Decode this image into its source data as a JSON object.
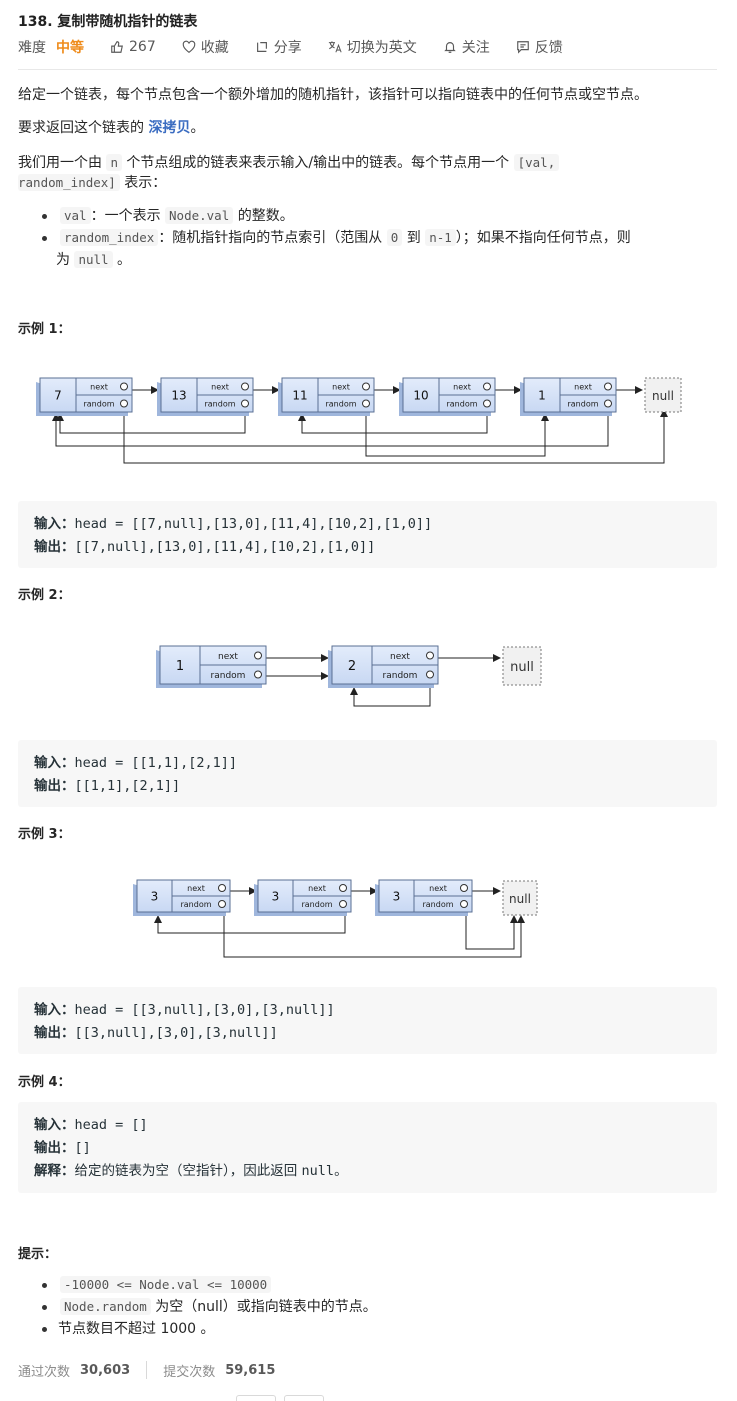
{
  "title": "138. 复制带随机指针的链表",
  "meta": {
    "difficulty_label": "难度",
    "difficulty": "中等",
    "likes": "267",
    "favorite": "收藏",
    "share": "分享",
    "switch_lang": "切换为英文",
    "follow": "关注",
    "feedback": "反馈"
  },
  "desc": {
    "p1": "给定一个链表，每个节点包含一个额外增加的随机指针，该指针可以指向链表中的任何节点或空节点。",
    "p2_a": "要求返回这个链表的 ",
    "p2_link": "深拷贝",
    "p2_b": "。",
    "p3_a": "我们用一个由 ",
    "p3_code1": "n",
    "p3_b": " 个节点组成的链表来表示输入/输出中的链表。每个节点用一个 ",
    "p3_code2": "[val,",
    "p3_code3": "random_index]",
    "p3_c": " 表示：",
    "b1_code": "val",
    "b1_a": "：一个表示 ",
    "b1_code2": "Node.val",
    "b1_b": " 的整数。",
    "b2_code": "random_index",
    "b2_a": "：随机指针指向的节点索引（范围从 ",
    "b2_code2": "0",
    "b2_b": " 到 ",
    "b2_code3": "n-1",
    "b2_c": "）；如果不指向任何节点，则",
    "b2_d": "为 ",
    "b2_code4": "null",
    "b2_e": " 。"
  },
  "diagram_labels": {
    "next": "next",
    "random": "random",
    "null": "null"
  },
  "examples": [
    {
      "heading": "示例 1：",
      "nodes": [
        "7",
        "13",
        "11",
        "10",
        "1"
      ],
      "input_label": "输入：",
      "input": "head = [[7,null],[13,0],[11,4],[10,2],[1,0]]",
      "output_label": "输出：",
      "output": "[[7,null],[13,0],[11,4],[10,2],[1,0]]"
    },
    {
      "heading": "示例 2：",
      "nodes": [
        "1",
        "2"
      ],
      "input_label": "输入：",
      "input": "head = [[1,1],[2,1]]",
      "output_label": "输出：",
      "output": "[[1,1],[2,1]]"
    },
    {
      "heading": "示例 3：",
      "nodes": [
        "3",
        "3",
        "3"
      ],
      "input_label": "输入：",
      "input": "head = [[3,null],[3,0],[3,null]]",
      "output_label": "输出：",
      "output": "[[3,null],[3,0],[3,null]]"
    },
    {
      "heading": "示例 4：",
      "input_label": "输入：",
      "input": "head = []",
      "output_label": "输出：",
      "output": "[]",
      "explain_label": "解释：",
      "explain_a": "给定的链表为空（空指针），因此返回 ",
      "explain_code": "null",
      "explain_b": "。"
    }
  ],
  "hints": {
    "heading": "提示：",
    "h1_code": "-10000 <= Node.val <= 10000",
    "h2_code": "Node.random",
    "h2_text": " 为空（null）或指向链表中的节点。",
    "h3_text": "节点数目不超过 1000 。"
  },
  "stats": {
    "passed_label": "通过次数",
    "passed": "30,603",
    "submitted_label": "提交次数",
    "submitted": "59,615"
  }
}
